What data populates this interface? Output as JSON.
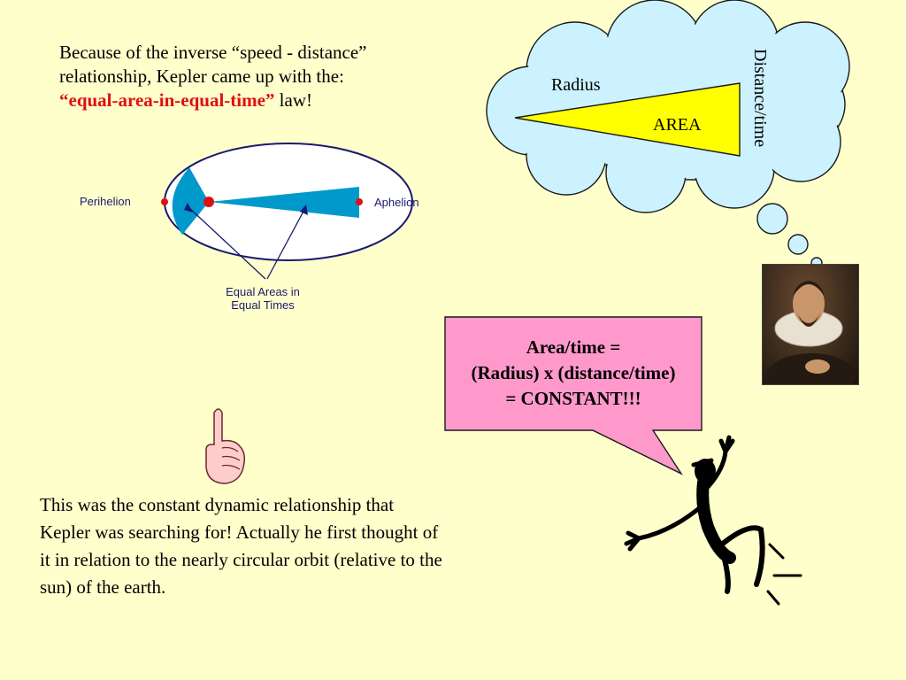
{
  "intro": {
    "line1": "Because of the inverse “speed - distance”",
    "line2": "relationship, Kepler came up with the:",
    "law": "“equal-area-in-equal-time”",
    "law_suffix": " law!"
  },
  "orbit_diagram": {
    "perihelion_label": "Perihelion",
    "aphelion_label": "Aphelion",
    "caption_line1": "Equal Areas in",
    "caption_line2": "Equal Times",
    "colors": {
      "sector": "#0099cc",
      "ellipse": "#1a1a6e",
      "points": "#e01010"
    }
  },
  "thought_cloud": {
    "radius_label": "Radius",
    "area_label": "AREA",
    "distance_label": "Distance/time",
    "colors": {
      "cloud": "#ccf2ff",
      "triangle": "#ffff00"
    }
  },
  "speech_bubble": {
    "line1": "Area/time =",
    "line2": "(Radius) x (distance/time)",
    "line3": "= CONSTANT!!!",
    "color": "#ff99cc"
  },
  "closing_text": "This was the constant dynamic relationship that Kepler was searching for! Actually he first thought of it in relation to the nearly circular orbit (relative to the sun) of the earth.",
  "images": {
    "portrait": "kepler-portrait",
    "hand": "pointing-finger-icon",
    "dancer": "dancing-figure"
  }
}
